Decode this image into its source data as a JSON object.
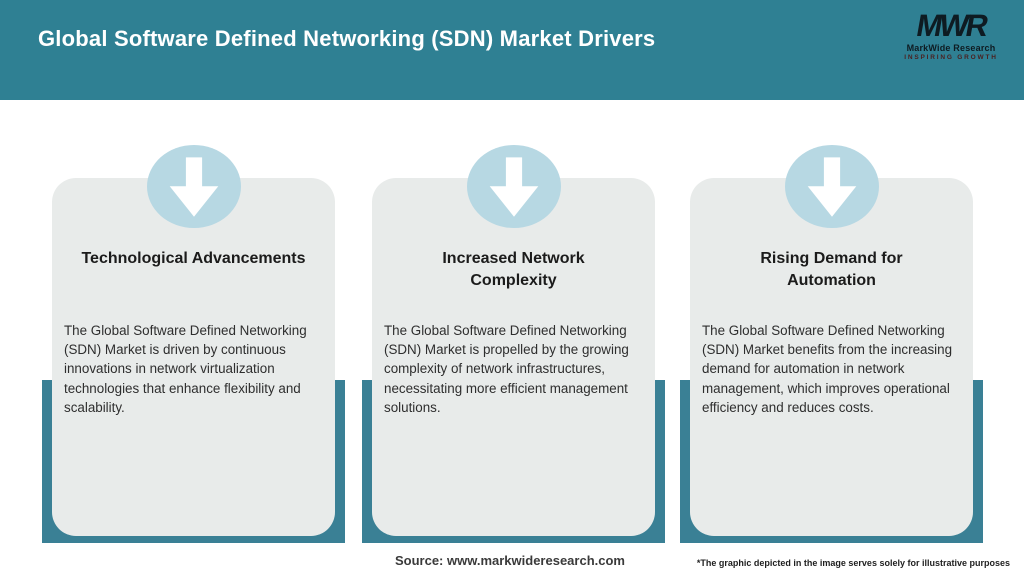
{
  "header": {
    "title": "Global Software Defined Networking (SDN) Market Drivers",
    "logo": {
      "monogram": "MWR",
      "name": "MarkWide Research",
      "tagline": "INSPIRING GROWTH"
    }
  },
  "colors": {
    "teal": "#2F8093",
    "teal_bar": "#3A8095",
    "card_bg": "#E8EBEA",
    "circle_blue": "#B7D8E3",
    "arrow_white": "#FFFFFF",
    "heading_text": "#1B1B1B",
    "body_text": "#2E2E2E",
    "header_text": "#FFFFFF"
  },
  "cards": [
    {
      "icon": "down-arrow-icon",
      "title": "Technological Advancements",
      "body": "The Global Software Defined Networking (SDN) Market is driven by continuous innovations in network virtualization technologies that enhance flexibility and scalability."
    },
    {
      "icon": "down-arrow-icon",
      "title": "Increased Network\nComplexity",
      "body": "The Global Software Defined Networking (SDN) Market is propelled by the growing complexity of network infrastructures, necessitating more efficient management solutions."
    },
    {
      "icon": "down-arrow-icon",
      "title": "Rising Demand for\nAutomation",
      "body": "The Global Software Defined Networking (SDN) Market benefits from the increasing demand for automation in network management, which improves operational efficiency and reduces costs."
    }
  ],
  "footer": {
    "source": "Source: www.markwideresearch.com",
    "disclaimer": "*The graphic depicted in the image serves solely for illustrative purposes"
  }
}
